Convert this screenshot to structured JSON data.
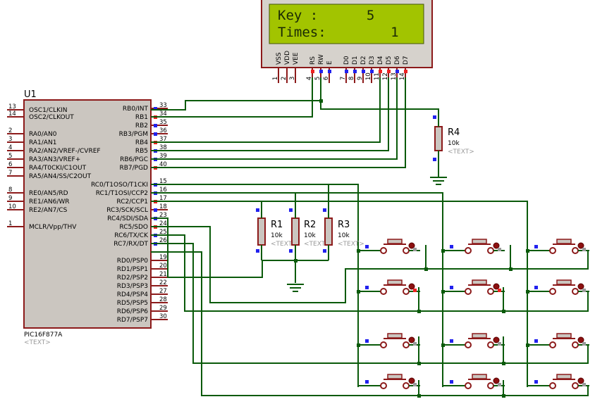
{
  "lcd": {
    "line1": "Key :      5",
    "line2": "Times:        1",
    "pins": [
      {
        "name": "VSS",
        "num": "1"
      },
      {
        "name": "VDD",
        "num": "2"
      },
      {
        "name": "VEE",
        "num": "3"
      },
      {
        "name": "RS",
        "num": "4"
      },
      {
        "name": "RW",
        "num": "5"
      },
      {
        "name": "E",
        "num": "6"
      },
      {
        "name": "D0",
        "num": "7"
      },
      {
        "name": "D1",
        "num": "8"
      },
      {
        "name": "D2",
        "num": "9"
      },
      {
        "name": "D3",
        "num": "10"
      },
      {
        "name": "D4",
        "num": "11"
      },
      {
        "name": "D5",
        "num": "12"
      },
      {
        "name": "D6",
        "num": "13"
      },
      {
        "name": "D7",
        "num": "14"
      }
    ]
  },
  "mcu": {
    "ref": "U1",
    "part": "PIC16F877A",
    "text_placeholder": "<TEXT>",
    "left_pins": [
      {
        "num": "13",
        "name": "OSC1/CLKIN"
      },
      {
        "num": "14",
        "name": "OSC2/CLKOUT"
      },
      {
        "num": "2",
        "name": "RA0/AN0"
      },
      {
        "num": "3",
        "name": "RA1/AN1"
      },
      {
        "num": "4",
        "name": "RA2/AN2/VREF-/CVREF"
      },
      {
        "num": "5",
        "name": "RA3/AN3/VREF+"
      },
      {
        "num": "6",
        "name": "RA4/T0CKI/C1OUT"
      },
      {
        "num": "7",
        "name": "RA5/AN4/SS/C2OUT"
      },
      {
        "num": "8",
        "name": "RE0/AN5/RD"
      },
      {
        "num": "9",
        "name": "RE1/AN6/WR"
      },
      {
        "num": "10",
        "name": "RE2/AN7/CS"
      },
      {
        "num": "1",
        "name": "MCLR/Vpp/THV"
      }
    ],
    "right_pins": [
      {
        "num": "33",
        "name": "RB0/INT"
      },
      {
        "num": "34",
        "name": "RB1"
      },
      {
        "num": "35",
        "name": "RB2"
      },
      {
        "num": "36",
        "name": "RB3/PGM"
      },
      {
        "num": "37",
        "name": "RB4"
      },
      {
        "num": "38",
        "name": "RB5"
      },
      {
        "num": "39",
        "name": "RB6/PGC"
      },
      {
        "num": "40",
        "name": "RB7/PGD"
      },
      {
        "num": "15",
        "name": "RC0/T1OSO/T1CKI"
      },
      {
        "num": "16",
        "name": "RC1/T1OSI/CCP2"
      },
      {
        "num": "17",
        "name": "RC2/CCP1"
      },
      {
        "num": "18",
        "name": "RC3/SCK/SCL"
      },
      {
        "num": "23",
        "name": "RC4/SDI/SDA"
      },
      {
        "num": "24",
        "name": "RC5/SDO"
      },
      {
        "num": "25",
        "name": "RC6/TX/CK"
      },
      {
        "num": "26",
        "name": "RC7/RX/DT"
      },
      {
        "num": "19",
        "name": "RD0/PSP0"
      },
      {
        "num": "20",
        "name": "RD1/PSP1"
      },
      {
        "num": "21",
        "name": "RD2/PSP2"
      },
      {
        "num": "22",
        "name": "RD3/PSP3"
      },
      {
        "num": "27",
        "name": "RD4/PSP4"
      },
      {
        "num": "28",
        "name": "RD5/PSP5"
      },
      {
        "num": "29",
        "name": "RD6/PSP6"
      },
      {
        "num": "30",
        "name": "RD7/PSP7"
      }
    ]
  },
  "resistors": [
    {
      "ref": "R1",
      "value": "10k",
      "text": "<TEXT>"
    },
    {
      "ref": "R2",
      "value": "10k",
      "text": "<TEXT>"
    },
    {
      "ref": "R3",
      "value": "10k",
      "text": "<TEXT>"
    },
    {
      "ref": "R4",
      "value": "10k",
      "text": "<TEXT>"
    }
  ],
  "colors": {
    "wire": "#0a5a0a",
    "component_outline": "#8c1a1a",
    "body_fill": "#cbc6c0",
    "lcd_screen": "#a2c400",
    "pin_low": "#2222ee",
    "pin_high": "#ee2222"
  }
}
